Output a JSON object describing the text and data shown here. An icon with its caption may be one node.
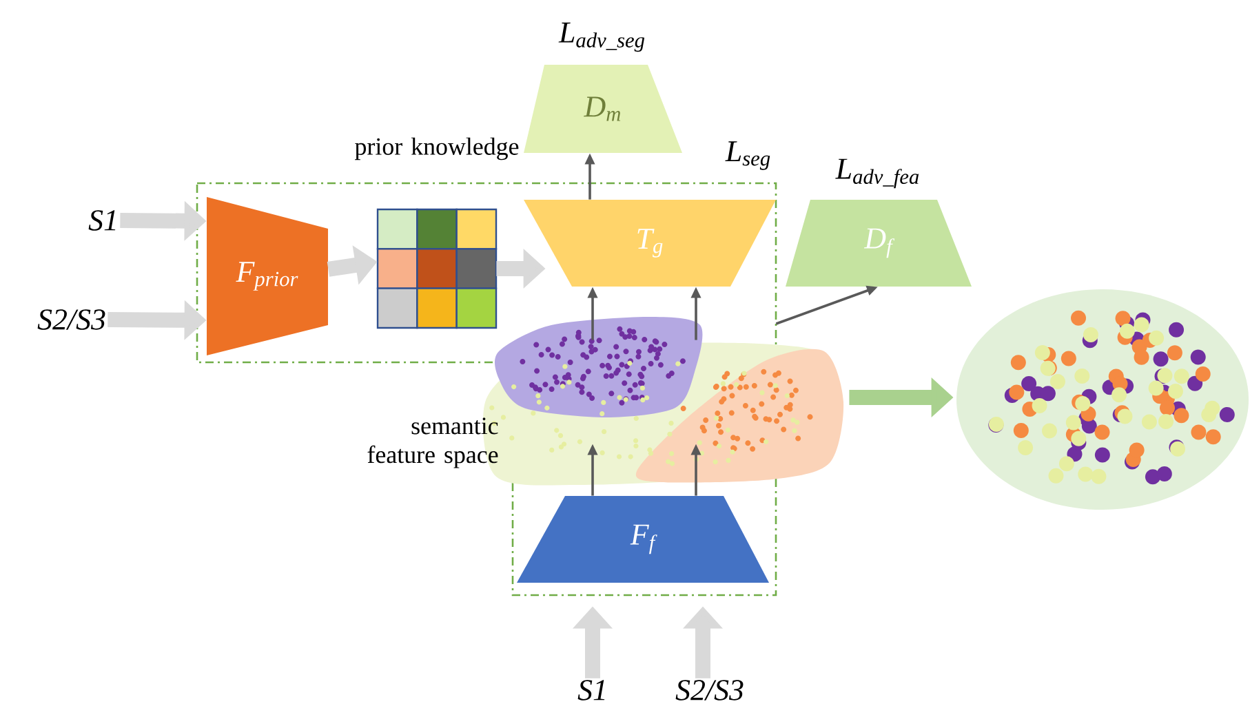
{
  "diagram": {
    "nodes": [
      {
        "text": [
          "L$_{adv_seg}$",
          "D$_{m}$"
        ]
      },
      {
        "text": [
          "L$_{adv_fea}$",
          "D$_{f}$"
        ]
      },
      {
        "text": [],
        "shape": "box"
      },
      {
        "text": [
          "S1"
        ]
      },
      {
        "text": [
          "S2/S3"
        ]
      },
      {
        "text": [
          "F$_{prior}$"
        ],
        "in": 2
      },
      {
        "text": [
          "prior knowledge"
        ]
      },
      {
        "text": [
          "T$_{g}$"
        ],
        "in": 2
      },
      {
        "text": [],
        "shape": "cloud",
        "beside": [
          "semantic feature space"
        ]
      },
      {
        "text": [
          "F$_{f}$"
        ],
        "in": 2
      },
      {
        "text": [],
        "shape": "circle"
      },
      {
        "text": [
          "S1"
        ]
      },
      {
        "text": [
          "S2/S3"
        ]
      }
    ],
    "edges": [
      {
        "from": 3,
        "to": 5,
        "arrow": "to"
      },
      {
        "from": 4,
        "to": 5,
        "arrow": "to"
      },
      {
        "from": 5,
        "to": 6,
        "arrow": "to"
      },
      {
        "from": 6,
        "to": 7,
        "arrow": "to"
      },
      {
        "from": 7,
        "to": 0,
        "arrow": "to",
        "color": "#595959"
      },
      {
        "from": 2,
        "to": 1,
        "arrow": "to",
        "color": "#595959"
      },
      {
        "from": 9,
        "to": 8,
        "arrow": "to",
        "color": "#595959"
      },
      {
        "from": 9,
        "to": 8,
        "arrow": "to",
        "color": "#595959"
      },
      {
        "from": 8,
        "to": 7,
        "arrow": "to",
        "color": "#595959"
      },
      {
        "from": 8,
        "to": 7,
        "arrow": "to",
        "color": "#595959"
      },
      {
        "from": 8,
        "to": 10,
        "arrow": "to",
        "color": "#a9d18e"
      },
      {
        "from": 11,
        "to": 9,
        "arrow": "to"
      },
      {
        "from": 12,
        "to": 9,
        "arrow": "to"
      }
    ],
    "labels": [
      "L$_{seg}$"
    ]
  }
}
